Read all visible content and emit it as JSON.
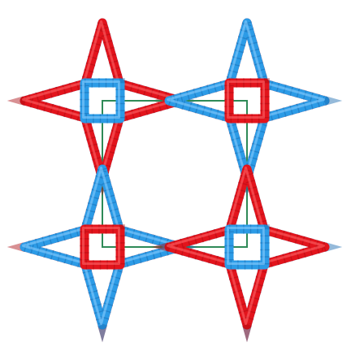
{
  "colors": {
    "background": "#ffffff",
    "strand_red": "#e2141c",
    "strand_red_dark": "#a80810",
    "strand_red_light": "#ff6a6e",
    "strand_blue": "#2c9be6",
    "strand_blue_dark": "#1467ad",
    "strand_blue_light": "#8fd0ff",
    "unit_cell": "#2e8a57"
  },
  "view": {
    "structure": "interwoven-tubular-network",
    "projection": "down-c-axis",
    "strand_count": 2,
    "unit_cell_shown": true
  }
}
